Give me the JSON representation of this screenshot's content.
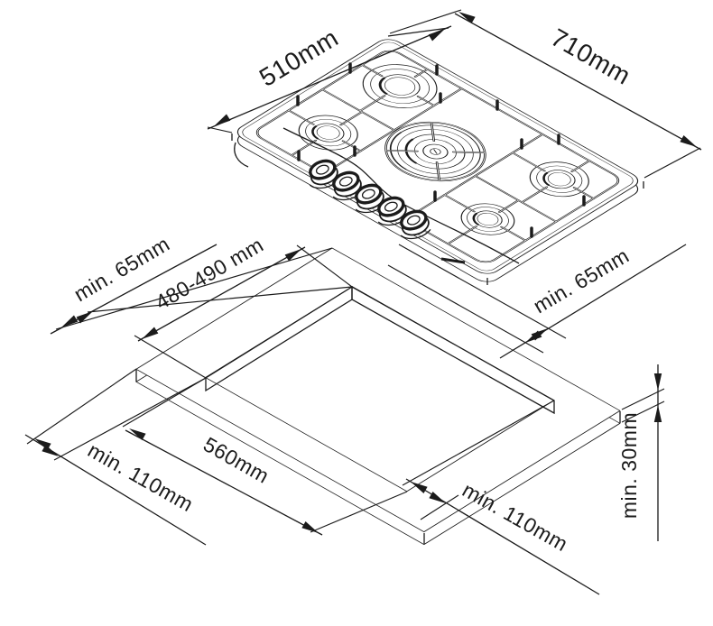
{
  "diagram": {
    "type": "installation-drawing",
    "product": {
      "kind": "gas-hob",
      "burner_count": 5,
      "knob_count": 5
    },
    "colors": {
      "line": "#1b1b1b",
      "background": "#ffffff"
    },
    "dimensions": {
      "hob": {
        "depth": "510mm",
        "width": "710mm"
      },
      "worktop": {
        "clearance_back_left": "min. 65mm",
        "cutout_depth": "480-490 mm",
        "clearance_back_right": "min. 65mm",
        "cutout_width": "560mm",
        "clearance_front_left": "min. 110mm",
        "clearance_front_right": "min. 110mm",
        "thickness": "min. 30mm"
      }
    }
  }
}
